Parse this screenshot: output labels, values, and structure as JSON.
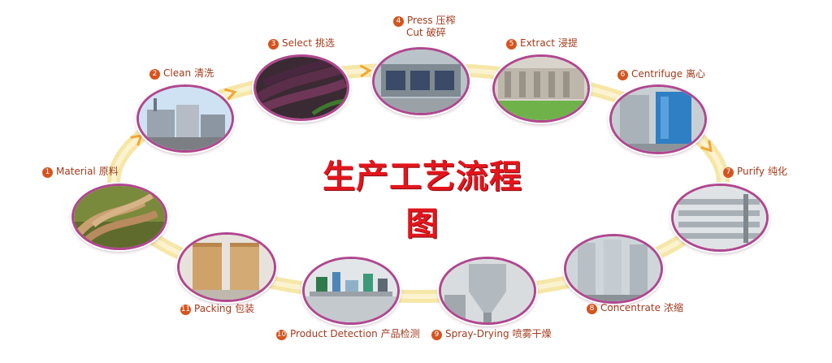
{
  "title": "生产工艺流程图",
  "colors": {
    "title": "#e3151c",
    "label": "#a33a1c",
    "badge": "#d4541f",
    "ring": "#b0478f",
    "path": "#f6e7a8",
    "arrow": "#f0a637"
  },
  "steps": [
    {
      "num": "1",
      "en": "Material",
      "cn": "原料"
    },
    {
      "num": "2",
      "en": "Clean",
      "cn": "清洗"
    },
    {
      "num": "3",
      "en": "Select",
      "cn": "挑选"
    },
    {
      "num": "4",
      "en": "Press",
      "cn": "压榨",
      "en2": "Cut",
      "cn2": "破碎"
    },
    {
      "num": "5",
      "en": "Extract",
      "cn": "浸提"
    },
    {
      "num": "6",
      "en": "Centrifuge",
      "cn": "离心"
    },
    {
      "num": "7",
      "en": "Purify",
      "cn": "纯化"
    },
    {
      "num": "8",
      "en": "Concentrate",
      "cn": "浓缩"
    },
    {
      "num": "9",
      "en": "Spray-Drying",
      "cn": "喷雾干燥"
    },
    {
      "num": "10",
      "en": "Product Detection",
      "cn": "产品检测"
    },
    {
      "num": "11",
      "en": "Packing",
      "cn": "包装"
    }
  ],
  "photos": [
    {
      "icon": "roots-icon"
    },
    {
      "icon": "factory-icon"
    },
    {
      "icon": "carrots-icon"
    },
    {
      "icon": "press-machine-icon"
    },
    {
      "icon": "extraction-tank-icon"
    },
    {
      "icon": "centrifuge-icon"
    },
    {
      "icon": "purification-pipes-icon"
    },
    {
      "icon": "evaporator-icon"
    },
    {
      "icon": "spray-dryer-icon"
    },
    {
      "icon": "lab-equipment-icon"
    },
    {
      "icon": "drums-icon"
    }
  ]
}
